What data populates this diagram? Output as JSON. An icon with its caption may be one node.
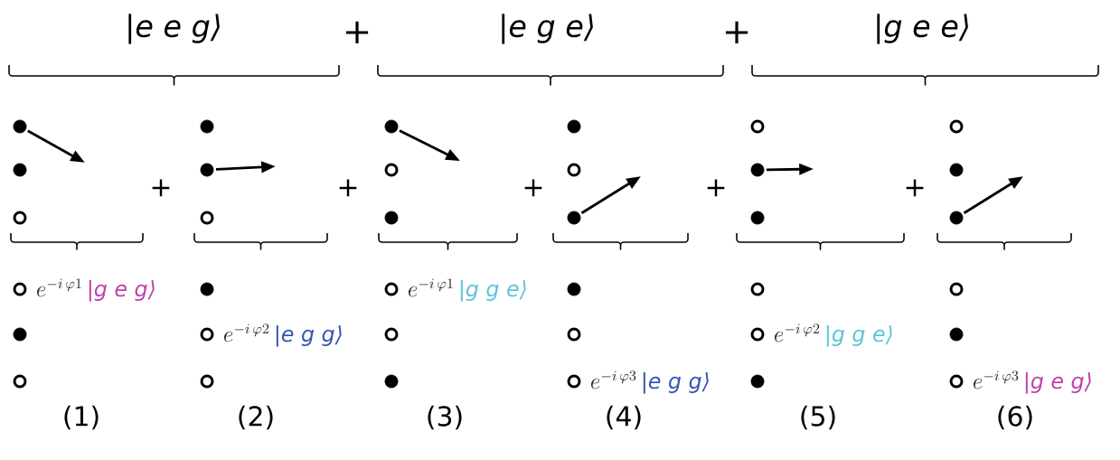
{
  "diagram": {
    "nodes": [
      {
        "text": [],
        "shape": "dot"
      },
      {
        "text": [],
        "shape": "dot"
      },
      {
        "text": [],
        "shape": "circle"
      },
      {
        "text": [],
        "shape": "circle",
        "beside": [
          "e^{-i\\,\\varphi 1}",
          "|g e g⟩"
        ]
      },
      {
        "text": [],
        "shape": "dot"
      },
      {
        "text": [],
        "shape": "circle"
      },
      {
        "text": [],
        "shape": "dot"
      },
      {
        "text": [],
        "shape": "dot"
      },
      {
        "text": [],
        "shape": "circle"
      },
      {
        "text": [],
        "shape": "dot"
      },
      {
        "text": [],
        "shape": "circle",
        "beside": [
          "e^{-i\\,\\varphi 2}",
          "|e g g⟩"
        ]
      },
      {
        "text": [],
        "shape": "circle"
      },
      {
        "text": [],
        "shape": "dot"
      },
      {
        "text": [],
        "shape": "circle"
      },
      {
        "text": [],
        "shape": "dot"
      },
      {
        "text": [],
        "shape": "circle",
        "beside": [
          "e^{-i\\,\\varphi 1}",
          "|g g e⟩"
        ]
      },
      {
        "text": [],
        "shape": "circle"
      },
      {
        "text": [],
        "shape": "dot"
      },
      {
        "text": [],
        "shape": "dot"
      },
      {
        "text": [],
        "shape": "circle"
      },
      {
        "text": [],
        "shape": "dot"
      },
      {
        "text": [],
        "shape": "dot"
      },
      {
        "text": [],
        "shape": "circle"
      },
      {
        "text": [],
        "shape": "circle",
        "beside": [
          "e^{-i\\,\\varphi 3}",
          "|e g g⟩"
        ]
      },
      {
        "text": [],
        "shape": "circle"
      },
      {
        "text": [],
        "shape": "dot"
      },
      {
        "text": [],
        "shape": "dot"
      },
      {
        "text": [],
        "shape": "circle"
      },
      {
        "text": [],
        "shape": "circle",
        "beside": [
          "e^{-i\\,\\varphi 2}",
          "|g g e⟩"
        ]
      },
      {
        "text": [],
        "shape": "dot"
      },
      {
        "text": [],
        "shape": "circle"
      },
      {
        "text": [],
        "shape": "dot"
      },
      {
        "text": [],
        "shape": "dot"
      },
      {
        "text": [],
        "shape": "circle"
      },
      {
        "text": [],
        "shape": "dot"
      },
      {
        "text": [],
        "shape": "circle",
        "beside": [
          "e^{-i\\,\\varphi 3}",
          "|g e g⟩"
        ]
      }
    ],
    "edges": [
      {
        "from": 0,
        "to": null,
        "arrow": "to"
      },
      {
        "from": 7,
        "to": null,
        "arrow": "to"
      },
      {
        "from": 12,
        "to": null,
        "arrow": "to"
      },
      {
        "from": 20,
        "to": null,
        "arrow": "to"
      },
      {
        "from": 25,
        "to": null,
        "arrow": "to"
      },
      {
        "from": 32,
        "to": null,
        "arrow": "to"
      }
    ],
    "labels": [
      "|e e g⟩",
      "+",
      "|e g e⟩",
      "+",
      "|g e e⟩",
      "+",
      "+",
      "+",
      "+",
      "+",
      "(1)",
      "(2)",
      "(3)",
      "(4)",
      "(5)",
      "(6)"
    ]
  }
}
